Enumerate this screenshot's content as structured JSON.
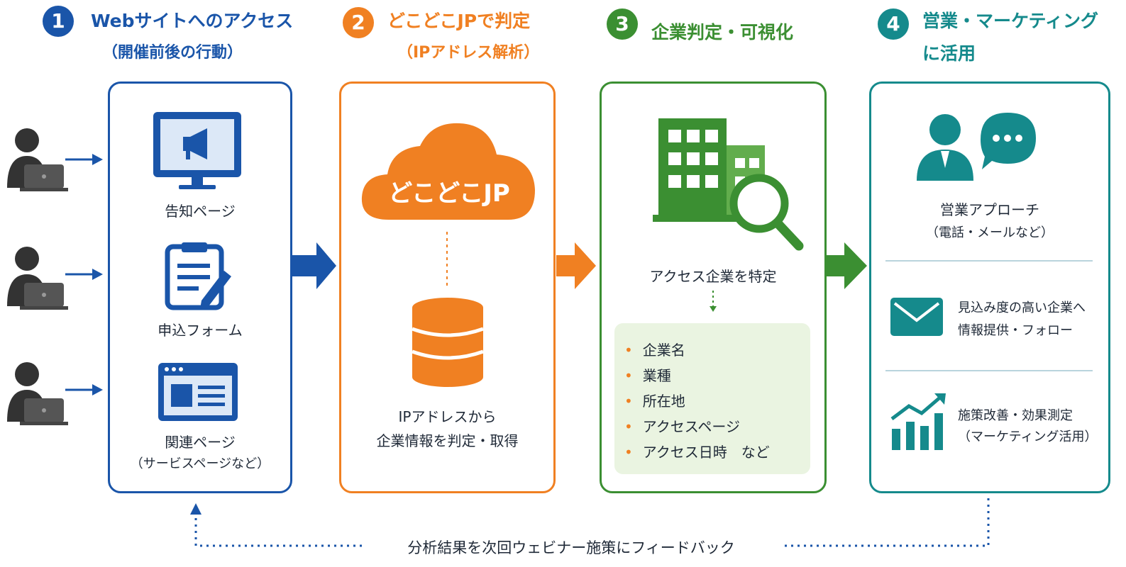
{
  "steps": [
    {
      "num": "1",
      "title": "Webサイトへのアクセス",
      "subtitle": "（開催前後の行動）"
    },
    {
      "num": "2",
      "title": "どこどこJPで判定",
      "subtitle": "（IPアドレス解析）"
    },
    {
      "num": "3",
      "title": "企業判定・可視化",
      "subtitle": ""
    },
    {
      "num": "4",
      "title_line1": "営業・マーケティング",
      "title_line2": "に活用"
    }
  ],
  "panel1": {
    "items": [
      {
        "label": "告知ページ",
        "icon": "monitor-megaphone-icon"
      },
      {
        "label": "申込フォーム",
        "icon": "clipboard-pen-icon"
      },
      {
        "label": "関連ページ",
        "sublabel": "（サービスページなど）",
        "icon": "browser-window-icon"
      }
    ]
  },
  "panel2": {
    "cloud_label": "どこどこJP",
    "caption_line1": "IPアドレスから",
    "caption_line2": "企業情報を判定・取得"
  },
  "panel3": {
    "caption": "アクセス企業を特定",
    "bullets": [
      "企業名",
      "業種",
      "所在地",
      "アクセスページ",
      "アクセス日時　など"
    ]
  },
  "panel4": {
    "section1_line1": "営業アプローチ",
    "section1_line2": "（電話・メールなど）",
    "section2_line1": "見込み度の高い企業へ",
    "section2_line2": "情報提供・フォロー",
    "section3_line1": "施策改善・効果測定",
    "section3_line2": "（マーケティング活用）"
  },
  "feedback": "分析結果を次回ウェビナー施策にフィードバック",
  "colors": {
    "blue": "#1a55a9",
    "orange": "#f08022",
    "green": "#3b8f32",
    "teal": "#158a8c"
  }
}
